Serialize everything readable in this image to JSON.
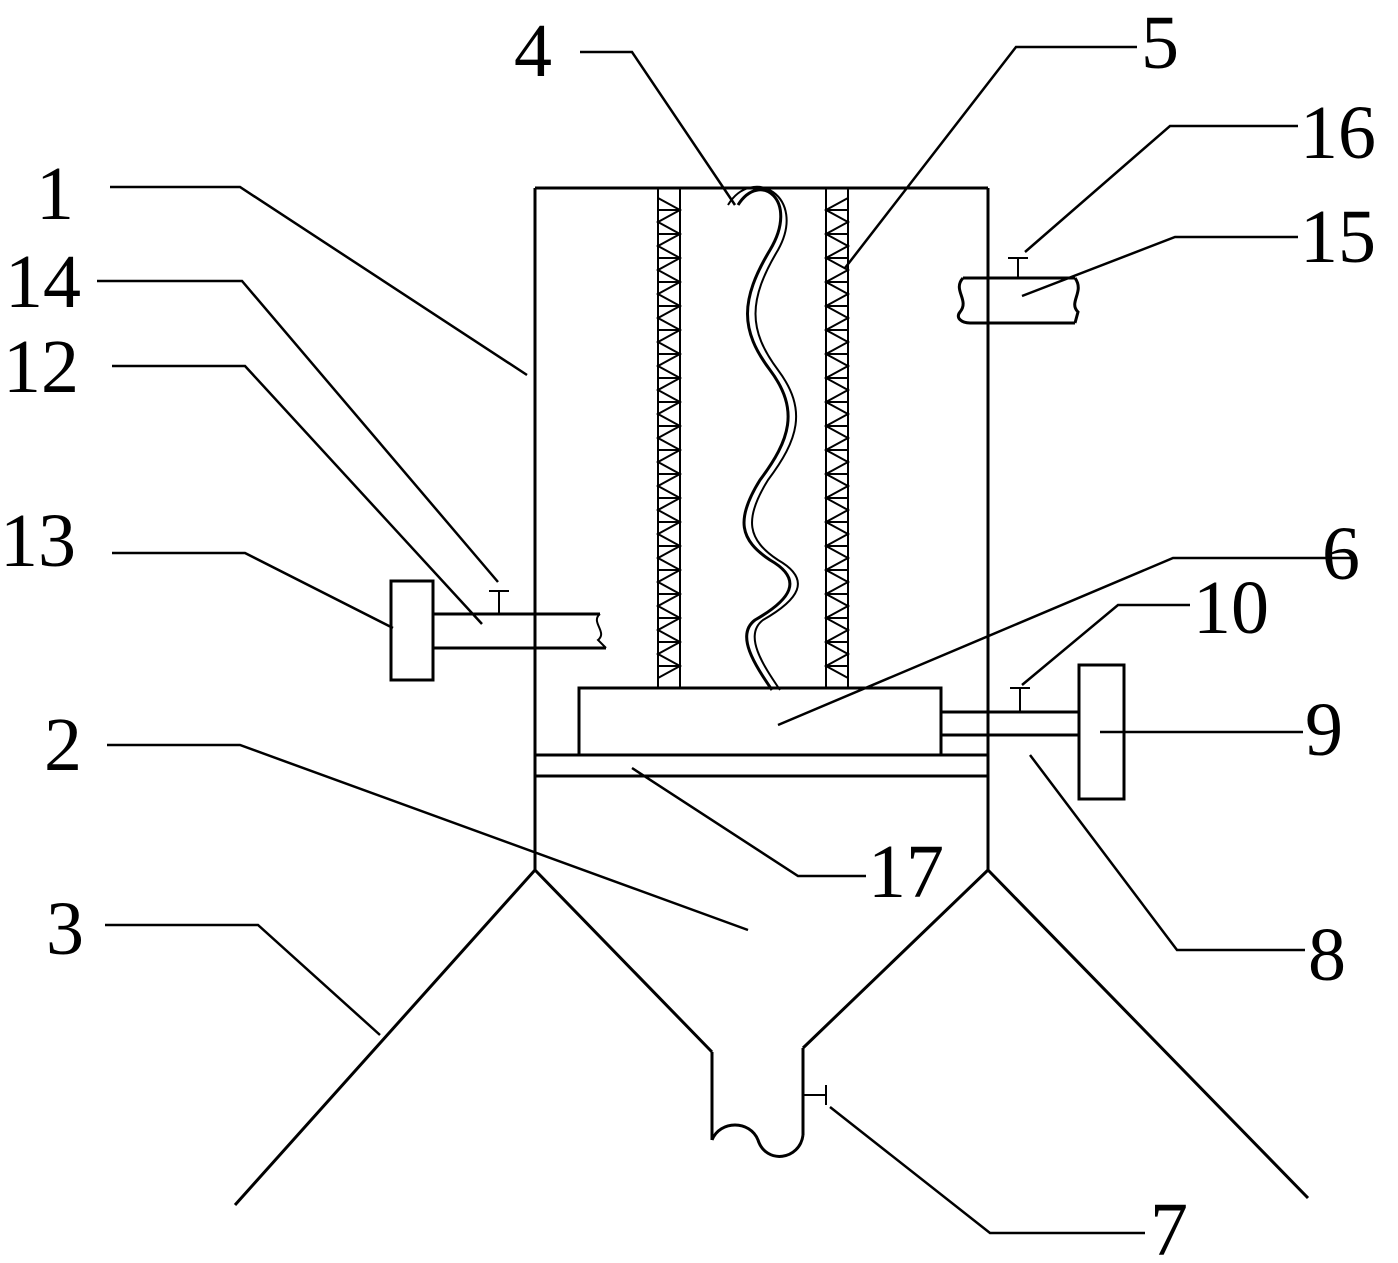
{
  "colors": {
    "ink": "#000000",
    "background": "#ffffff"
  },
  "labels": {
    "l1": "1",
    "l2": "2",
    "l3": "3",
    "l4": "4",
    "l5": "5",
    "l6": "6",
    "l7": "7",
    "l8": "8",
    "l9": "9",
    "l10": "10",
    "l12": "12",
    "l13": "13",
    "l14": "14",
    "l15": "15",
    "l16": "16",
    "l17": "17"
  }
}
